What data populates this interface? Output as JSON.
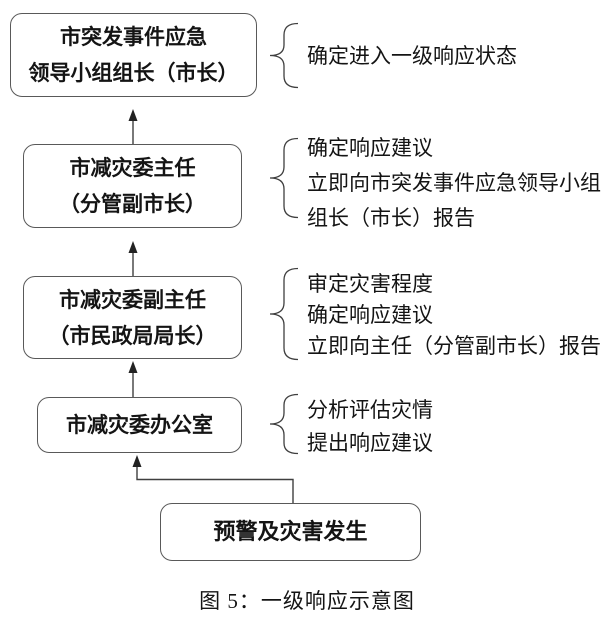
{
  "page": {
    "background": "#ffffff",
    "caption": "图 5：一级响应示意图"
  },
  "colors": {
    "box_border": "#595959",
    "connector_line": "#3f3f3f",
    "arrowhead": "#222222",
    "text": "#141414"
  },
  "flowchart": {
    "boxes": [
      {
        "id": "emergency-leader",
        "lines": [
          "市突发事件应急",
          "领导小组组长（市长）"
        ]
      },
      {
        "id": "committee-director",
        "lines": [
          "市减灾委主任",
          "（分管副市长）"
        ]
      },
      {
        "id": "committee-deputy-director",
        "lines": [
          "市减灾委副主任",
          "（市民政局局长）"
        ]
      },
      {
        "id": "committee-office",
        "lines": [
          "市减灾委办公室"
        ]
      },
      {
        "id": "warning-disaster",
        "lines": [
          "预警及灾害发生"
        ]
      }
    ],
    "annotations": [
      {
        "for": "emergency-leader",
        "lines": [
          "确定进入一级响应状态"
        ]
      },
      {
        "for": "committee-director",
        "lines": [
          "确定响应建议",
          "立即向市突发事件应急领导小组",
          "组长（市长）报告"
        ]
      },
      {
        "for": "committee-deputy-director",
        "lines": [
          "审定灾害程度",
          "确定响应建议",
          "立即向主任（分管副市长）报告"
        ]
      },
      {
        "for": "committee-office",
        "lines": [
          "分析评估灾情",
          "提出响应建议"
        ]
      }
    ],
    "flow": [
      {
        "from": "预警及灾害发生",
        "to": "市减灾委办公室"
      },
      {
        "from": "市减灾委办公室",
        "to": "市减灾委副主任（市民政局局长）"
      },
      {
        "from": "市减灾委副主任（市民政局局长）",
        "to": "市减灾委主任（分管副市长）"
      },
      {
        "from": "市减灾委主任（分管副市长）",
        "to": "市突发事件应急领导小组组长（市长）"
      }
    ]
  }
}
